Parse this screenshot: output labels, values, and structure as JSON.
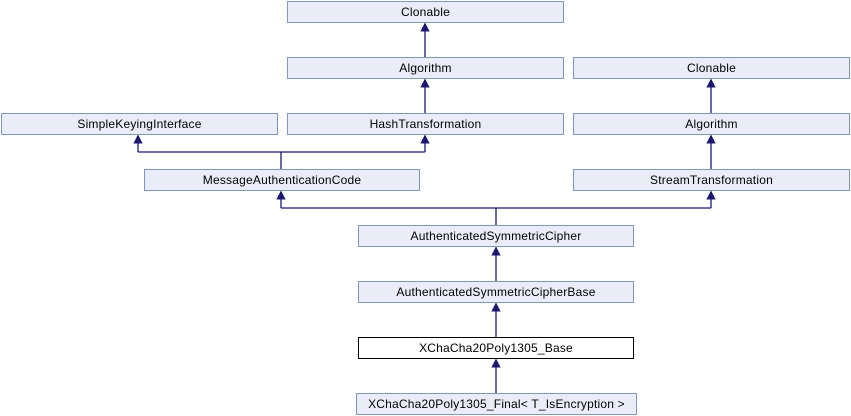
{
  "diagram": {
    "kind": "class-inheritance-graph",
    "colors": {
      "node_fill": "#e9edf7",
      "node_border": "#7e95c6",
      "current_node_fill": "#ffffff",
      "current_node_border": "#000000",
      "edge": "#191970",
      "text": "#000000",
      "background": "#ffffff"
    },
    "nodes": [
      {
        "id": "clonable-1",
        "label": "Clonable"
      },
      {
        "id": "algorithm-1",
        "label": "Algorithm"
      },
      {
        "id": "clonable-2",
        "label": "Clonable"
      },
      {
        "id": "simplekeyinginterface",
        "label": "SimpleKeyingInterface"
      },
      {
        "id": "hashtransformation",
        "label": "HashTransformation"
      },
      {
        "id": "algorithm-2",
        "label": "Algorithm"
      },
      {
        "id": "messageauthenticationcode",
        "label": "MessageAuthenticationCode"
      },
      {
        "id": "streamtransformation",
        "label": "StreamTransformation"
      },
      {
        "id": "authenticatedsymmetriccipher",
        "label": "AuthenticatedSymmetricCipher"
      },
      {
        "id": "authenticatedsymmetriccipherbase",
        "label": "AuthenticatedSymmetricCipherBase"
      },
      {
        "id": "xchacha20poly1305-base",
        "label": "XChaCha20Poly1305_Base",
        "current": true
      },
      {
        "id": "xchacha20poly1305-final",
        "label": "XChaCha20Poly1305_Final< T_IsEncryption >"
      }
    ],
    "edges": [
      {
        "derived": "Algorithm",
        "base": "Clonable"
      },
      {
        "derived": "HashTransformation",
        "base": "Algorithm"
      },
      {
        "derived": "MessageAuthenticationCode",
        "base": "SimpleKeyingInterface"
      },
      {
        "derived": "MessageAuthenticationCode",
        "base": "HashTransformation"
      },
      {
        "derived": "Algorithm",
        "base": "Clonable"
      },
      {
        "derived": "StreamTransformation",
        "base": "Algorithm"
      },
      {
        "derived": "AuthenticatedSymmetricCipher",
        "base": "MessageAuthenticationCode"
      },
      {
        "derived": "AuthenticatedSymmetricCipher",
        "base": "StreamTransformation"
      },
      {
        "derived": "AuthenticatedSymmetricCipherBase",
        "base": "AuthenticatedSymmetricCipher"
      },
      {
        "derived": "XChaCha20Poly1305_Base",
        "base": "AuthenticatedSymmetricCipherBase"
      },
      {
        "derived": "XChaCha20Poly1305_Final< T_IsEncryption >",
        "base": "XChaCha20Poly1305_Base"
      }
    ]
  }
}
